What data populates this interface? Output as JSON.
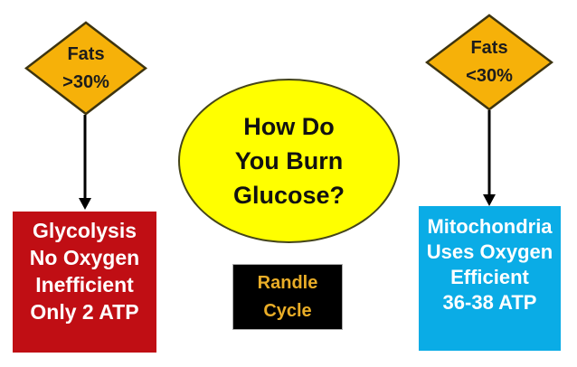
{
  "background": "#ffffff",
  "ellipse": {
    "lines": [
      "How Do",
      "You Burn",
      "Glucose?"
    ],
    "fill": "#FFFF00",
    "border_color": "#45451A",
    "text_color": "#111111"
  },
  "diamond_left": {
    "lines": [
      "Fats",
      ">30%"
    ],
    "fill": "#F6B109",
    "border_color": "#3D3410",
    "text_color": "#1C1C1C"
  },
  "diamond_right": {
    "lines": [
      "Fats",
      "<30%"
    ],
    "fill": "#F6B109",
    "border_color": "#3D3410",
    "text_color": "#1C1C1C"
  },
  "box_glycolysis": {
    "lines": [
      "Glycolysis",
      "No Oxygen",
      "Inefficient",
      "Only 2 ATP"
    ],
    "fill": "#C00E14",
    "text_color": "#FFFFFF"
  },
  "box_randle": {
    "lines": [
      "Randle",
      "Cycle"
    ],
    "fill": "#000000",
    "border_color": "#ABABAB",
    "text_color": "#E9AD27"
  },
  "box_mitochondria": {
    "lines": [
      "Mitochondria",
      "Uses Oxygen",
      "Efficient",
      "36-38 ATP"
    ],
    "fill": "#0AACE6",
    "text_color": "#FFFFFF"
  },
  "arrow_color": "#000000"
}
